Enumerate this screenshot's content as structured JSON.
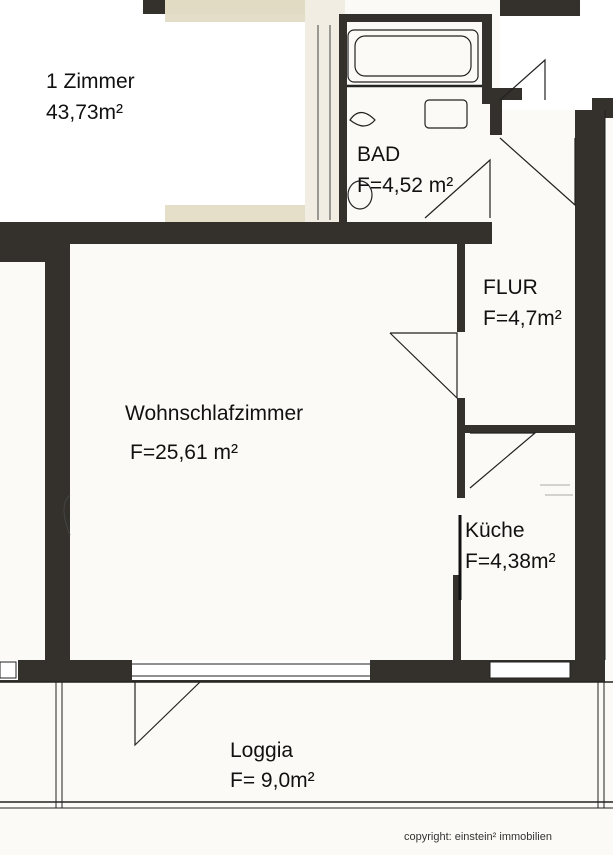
{
  "plan": {
    "rooms": [
      {
        "id": "zimmer",
        "name": "1 Zimmer",
        "area": "43,73m²"
      },
      {
        "id": "bad",
        "name": "BAD",
        "area": "F=4,52 m²"
      },
      {
        "id": "flur",
        "name": "FLUR",
        "area": "F=4,7m²"
      },
      {
        "id": "wohn",
        "name": "Wohnschlafzimmer",
        "area": "F=25,61 m²"
      },
      {
        "id": "kueche",
        "name": "Küche",
        "area": "F=4,38m²"
      },
      {
        "id": "loggia",
        "name": "Loggia",
        "area": "F= 9,0m²"
      }
    ],
    "copyright": "copyright: einstein² immobilien"
  },
  "colors": {
    "wall": "#34302b",
    "paper": "#fbfaf6",
    "stain": "#c8ba93",
    "line": "#222222"
  }
}
